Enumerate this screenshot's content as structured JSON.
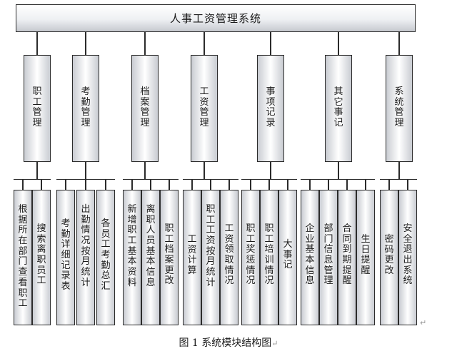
{
  "root": "人事工资管理系统",
  "modules": [
    {
      "label": "职工管理",
      "children": [
        "根据所在部门查看职工",
        "搜索离职员工"
      ]
    },
    {
      "label": "考勤管理",
      "children": [
        "考勤详细记录表",
        "出勤情况按月统计",
        "各员工考勤总汇"
      ]
    },
    {
      "label": "档案管理",
      "children": [
        "新增职工基本资料",
        "离职人员基本信息",
        "职工档案更改"
      ]
    },
    {
      "label": "工资管理",
      "children": [
        "工资计算",
        "职工工资按月统计",
        "工资领取情况"
      ]
    },
    {
      "label": "事项记录",
      "children": [
        "职工奖惩情况",
        "职工培训情况",
        "大事记"
      ]
    },
    {
      "label": "其它事记",
      "children": [
        "企业基本信息",
        "部门信息管理",
        "合同到期提醒",
        "生日提醒"
      ]
    },
    {
      "label": "系统管理",
      "children": [
        "密码更改",
        "安全退出系统"
      ]
    }
  ],
  "caption": "图 1  系统模块结构图",
  "return_mark": "↵"
}
